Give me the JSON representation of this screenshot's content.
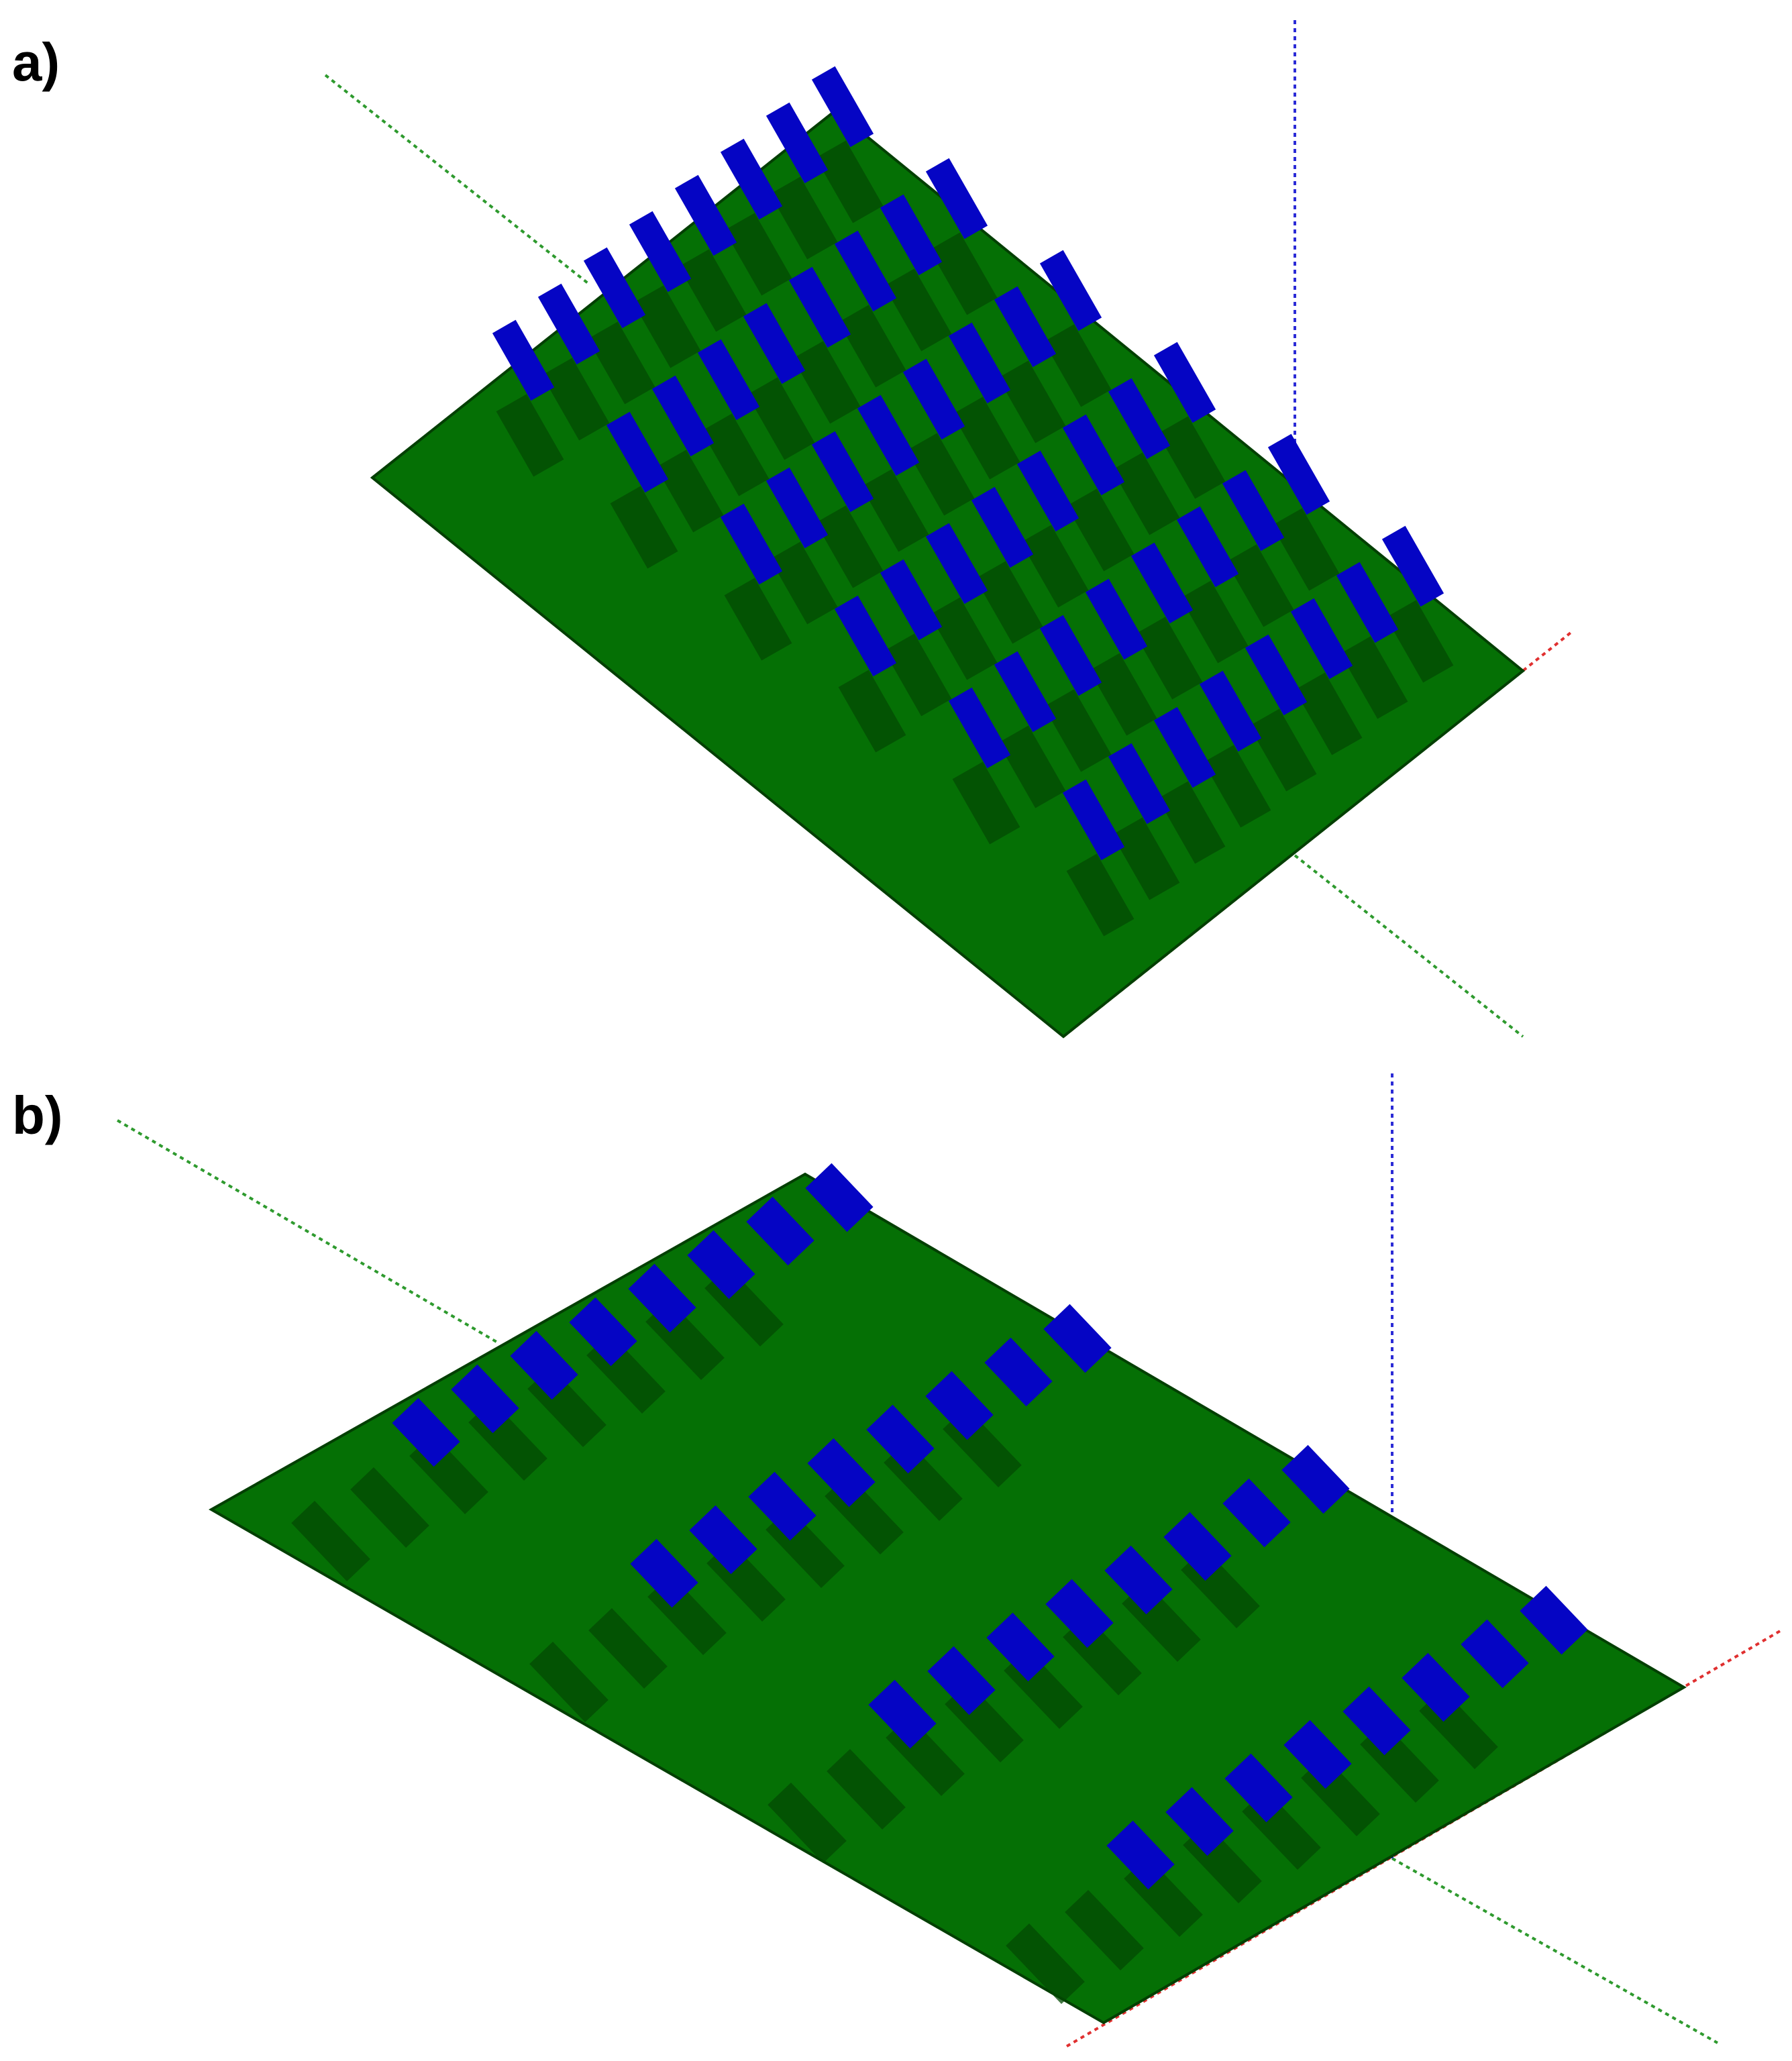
{
  "panels": [
    {
      "id": "a",
      "label": "a)",
      "array_rows": 6,
      "array_cols": 8
    },
    {
      "id": "b",
      "label": "b)",
      "array_rows": 4,
      "array_cols": 8
    }
  ],
  "colors": {
    "ground": "#057005",
    "ground_edge": "#033f03",
    "module": "#0505c4",
    "shadow": "#034a03",
    "axis_red": "#e03030",
    "axis_green": "#2e9a2e",
    "axis_blue": "#2b2bd6"
  }
}
